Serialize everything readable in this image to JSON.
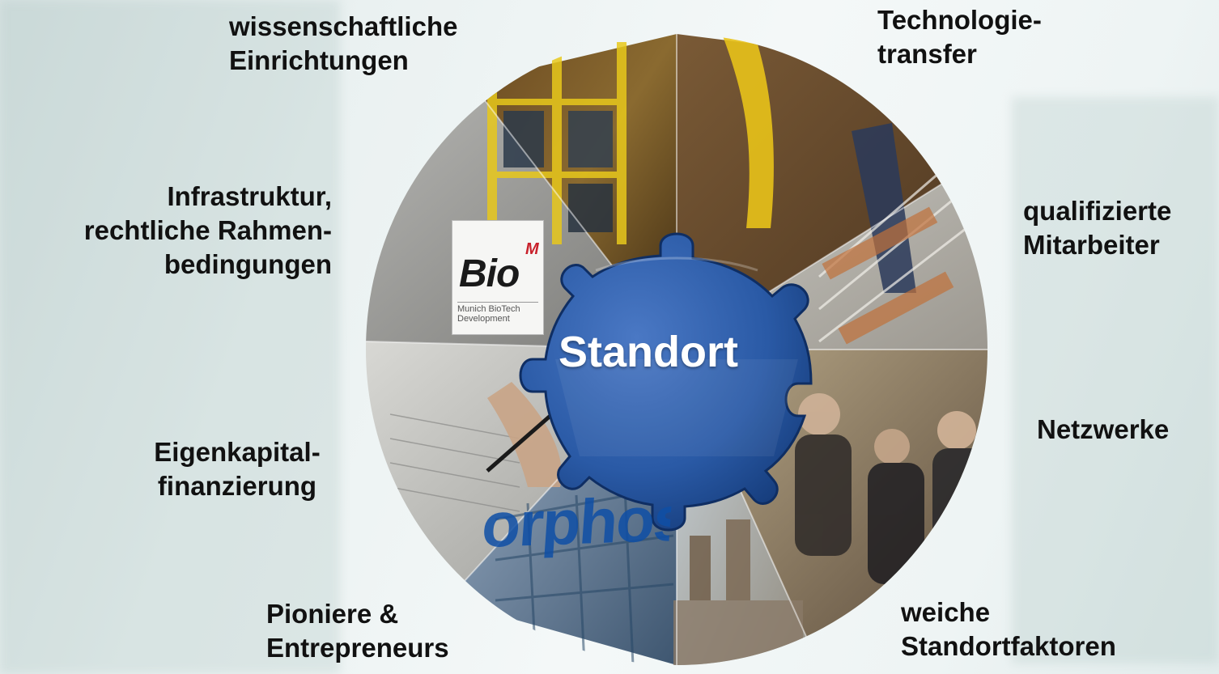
{
  "center_label": "Standort",
  "labels": {
    "wissenschaftliche": [
      "wissenschaftliche",
      "Einrichtungen"
    ],
    "technologietransfer": [
      "Technologie-",
      "transfer"
    ],
    "infrastruktur": [
      "Infrastruktur,",
      "rechtliche Rahmen-",
      "bedingungen"
    ],
    "mitarbeiter": [
      "qualifizierte",
      "Mitarbeiter"
    ],
    "netzwerke": [
      "Netzwerke"
    ],
    "eigenkapital": [
      "Eigenkapital-",
      "finanzierung"
    ],
    "pioniere": [
      "Pioniere &",
      "Entrepreneurs"
    ],
    "weiche": [
      "weiche",
      "Standortfaktoren"
    ]
  },
  "logo": {
    "bio": "Bio",
    "m": "M",
    "subtitle": [
      "Munich BioTech",
      "Development"
    ]
  },
  "morphosys_fragment": "orphos",
  "colors": {
    "puzzle_blue": "#2a5aa6",
    "puzzle_dark": "#143a78",
    "text": "#111111"
  }
}
